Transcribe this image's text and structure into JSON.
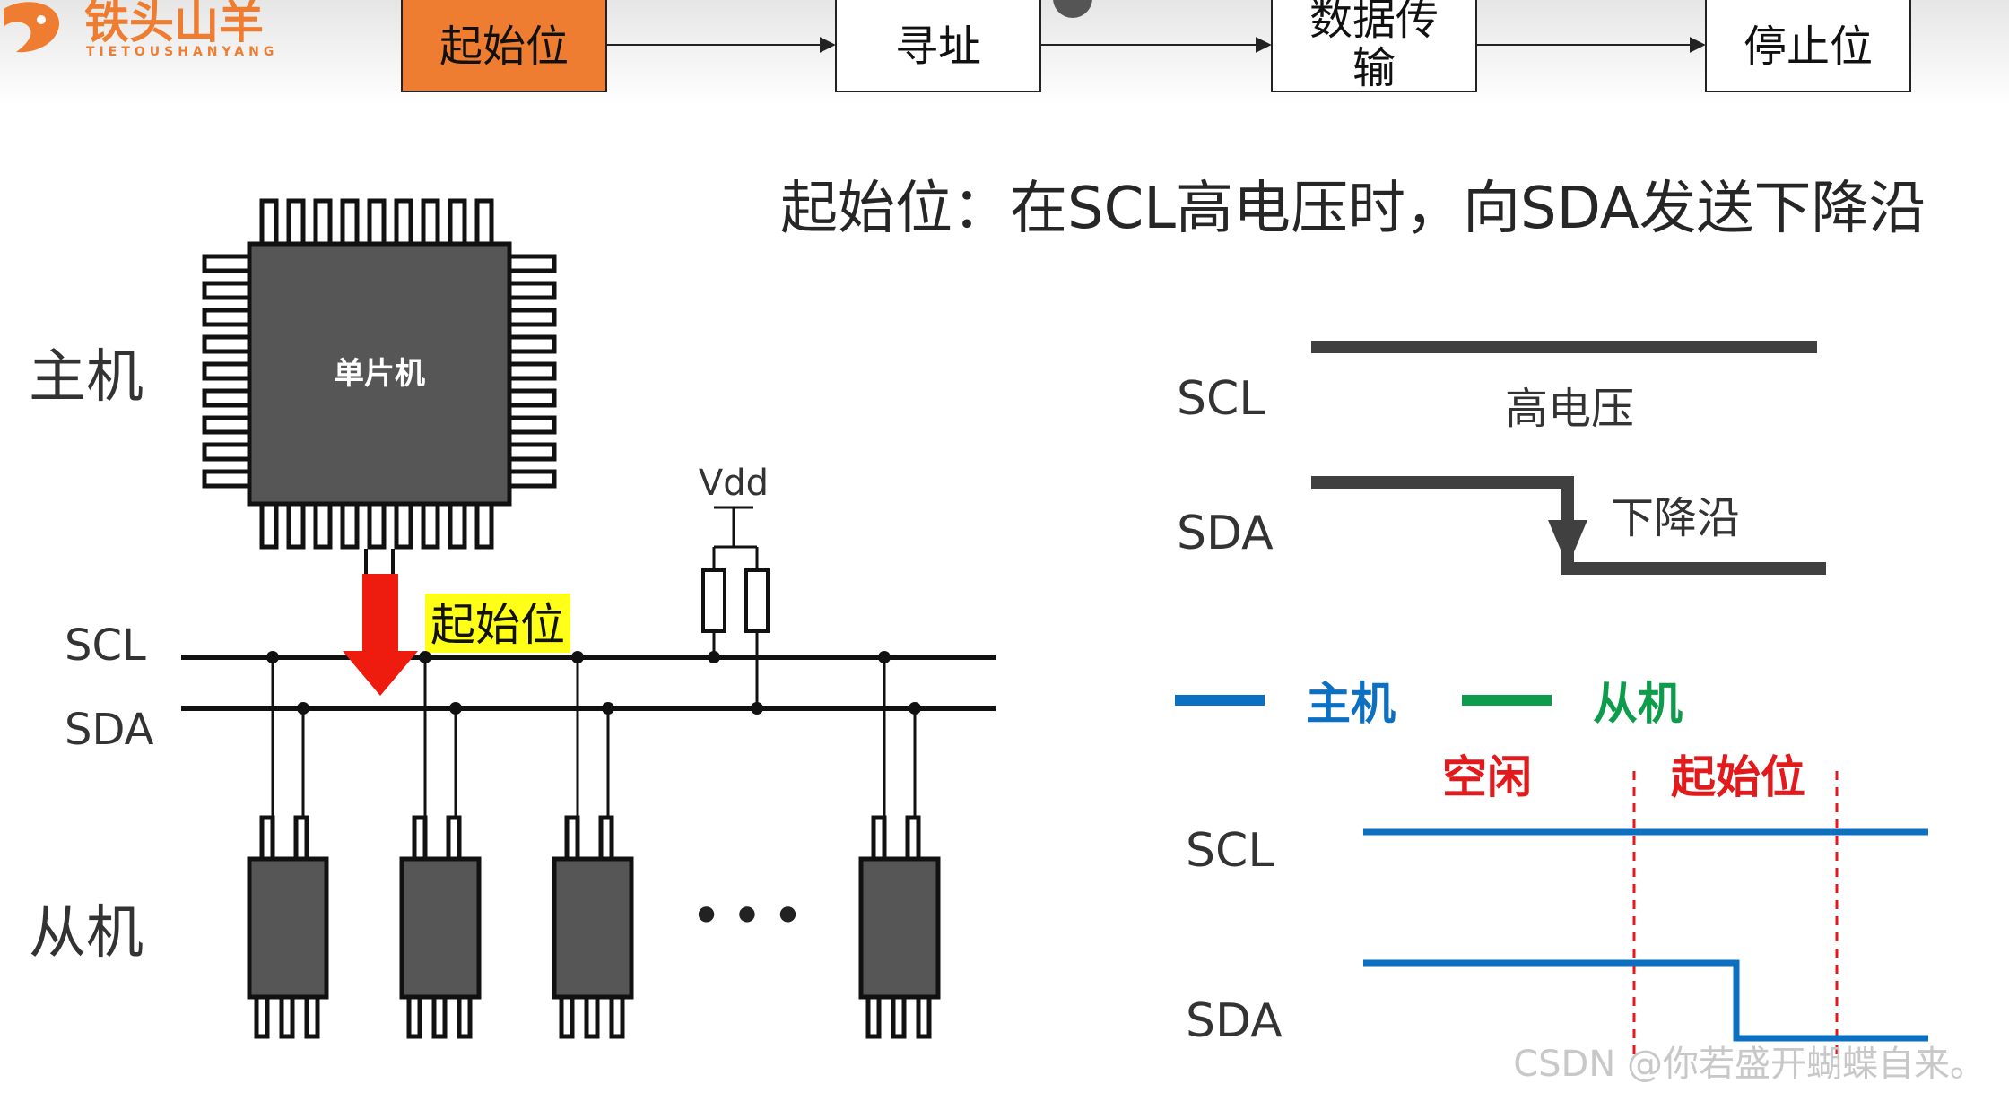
{
  "logo": {
    "name": "铁头山羊",
    "subtitle": "TIETOUSHANYANG"
  },
  "flow": {
    "steps": [
      "起始位",
      "寻址",
      "数据传",
      "输",
      "停止位"
    ],
    "active_color": "#ee7d31"
  },
  "heading": "起始位：在SCL高电压时，向SDA发送下降沿",
  "bus": {
    "host_label": "主机",
    "chip_label": "单片机",
    "slave_label": "从机",
    "scl": "SCL",
    "sda": "SDA",
    "vdd": "Vdd",
    "start_label": "起始位",
    "ellipsis": "•••"
  },
  "timing_top": {
    "scl": "SCL",
    "sda": "SDA",
    "high": "高电压",
    "falling": "下降沿"
  },
  "timing_bottom": {
    "legend_host": "主机",
    "legend_slave": "从机",
    "idle": "空闲",
    "start": "起始位",
    "scl": "SCL",
    "sda": "SDA",
    "host_color": "#0b6fc2",
    "slave_color": "#0d9c4b",
    "mark_color": "#e31a1c"
  },
  "watermark": "CSDN @你若盛开蝴蝶自来。"
}
